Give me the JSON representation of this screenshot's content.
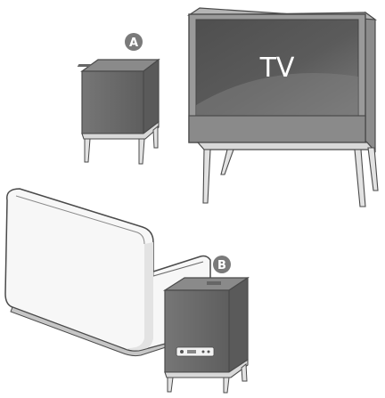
{
  "tv": {
    "label": "TV"
  },
  "markers": [
    {
      "id": "A",
      "label": "A"
    },
    {
      "id": "B",
      "label": "B"
    }
  ],
  "colors": {
    "background": "#ffffff",
    "outline": "#4a4a4a",
    "speaker_body": "#6e6e6e",
    "speaker_top": "#8a8a8a",
    "tv_screen": "#5e5e5e",
    "tv_frame": "#9a9a9a",
    "marker_fill": "#7a7a7a",
    "marker_text": "#ffffff",
    "sofa_fill": "#f7f7f7",
    "leg_fill": "#d9d9d9"
  }
}
